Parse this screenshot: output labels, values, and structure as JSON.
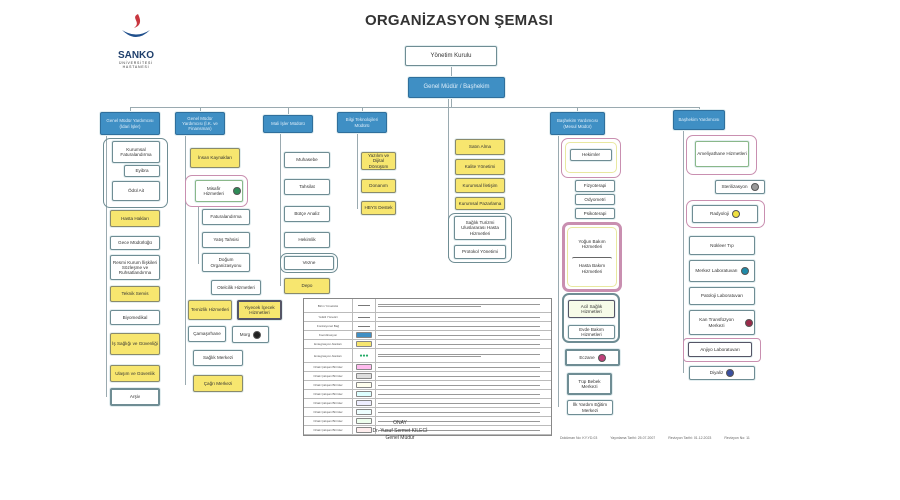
{
  "title": "ORGANİZASYON ŞEMASI",
  "logo": {
    "name": "SANKO",
    "sub1": "ÜNİVERSİTESİ",
    "sub2": "HASTANESİ"
  },
  "top": {
    "board": "Yönetim Kurulu",
    "gm": "Genel Müdür / Başhekim"
  },
  "heads": [
    "Genel Müdür Yardımcısı (İdari İşler)",
    "Genel Müdür Yardımcısı (İ.K. ve Finansman)",
    "Mali İşler Müdürü",
    "Bilgi Teknolojileri Müdürü",
    "Başhekim Yardımcısı (Mesul Müdür)",
    "Başhekim Yardımcısı"
  ],
  "col1": [
    "Kurumsal Faturalandırma",
    "Eyibra",
    "Ödül Ait",
    "Hasta Hakları",
    "Gece Müdürlüğü",
    "Resmi Kurum İlişkileri Sözleşme ve Ruhsatlandırma",
    "Teknik Servis",
    "Biyomedikal",
    "İş Sağlığı ve Güvenliği",
    "Ulaşım ve Güvenlik",
    "Arşiv"
  ],
  "col2": [
    "İnsan Kaynakları",
    "Misafir Hizmetleri",
    "Faturalandırma",
    "Yatış Tahsisi",
    "Doğum Organizasyonu",
    "Otelcilik Hizmetleri",
    "Temizlik Hizmetleri",
    "Yiyecek İçecek Hizmetleri",
    "Çamaşırhane",
    "Morg",
    "Sağlık Merkezi",
    "Çağrı Merkezi"
  ],
  "col3": [
    "Muhasebe",
    "Tahsilat",
    "Bütçe Analiz",
    "Hekimlik",
    "Vezne",
    "Depo"
  ],
  "col4": [
    "Yazılım ve Dijital Dönüşüm",
    "Donanım",
    "HBYS Destek"
  ],
  "col5": [
    "Satın Alma",
    "Kalite Yönetimi",
    "Kurumsal İletişim",
    "Kurumsal Pazarlama",
    "Sağlık Turizmi Uluslararası Hasta Hizmetleri",
    "Protokol Yönetimi"
  ],
  "col6": [
    "Hekimler",
    "Fizyoterapi",
    "Odyometri",
    "Psikoterapi",
    "Yoğun Bakım Hizmetleri",
    "Hasta Bakım Hizmetleri",
    "Acil Sağlık Hizmetleri",
    "Evde Bakım Hizmetleri",
    "Eczane",
    "Tüp Bebek Merkezi",
    "İlk Yardım Eğitim Merkezi"
  ],
  "col7": [
    "Ameliyathane Hizmetleri",
    "Sterilizasyon",
    "Radyoloji",
    "Nükleer Tıp",
    "Merkez Laboratuvarı",
    "Patoloji Laboratuvarı",
    "Kan Transfüzyon Merkezi",
    "Anjiyo Laboratuvarı",
    "Diyaliz"
  ],
  "dot_colors": {
    "misafir": "#2e8b57",
    "morg": "#222222",
    "eczane": "#c0407a",
    "sterilizasyon": "#999999",
    "radyoloji": "#f0e040",
    "merkez_lab": "#1f8aa8",
    "kan": "#9a2a4a",
    "diyaliz": "#3a4fa0"
  },
  "legend": [
    "Birim Yöneticisi",
    "Yetkili Yönetici",
    "Fonksiyonel Bağ",
    "Koordinasyon",
    "Entegrasyon Alanları",
    "Entegrasyon Alanları",
    "Ortak Çalışan Birimler",
    "Ortak Çalışan Birimler",
    "Ortak Çalışan Birimler",
    "Ortak Çalışan Birimler",
    "Ortak Çalışan Birimler",
    "Ortak Çalışan Birimler",
    "Ortak Çalışan Birimler",
    "Ortak Çalışan Birimler"
  ],
  "approval": {
    "label": "ONAY",
    "name": "Dr. Yusuf Sermet KILECİ",
    "role": "Genel Müdür"
  },
  "doc": {
    "no": "Doküman No: KY.YD.03",
    "pub": "Yayınlama Tarihi: 25.07.2007",
    "rev_date": "Revizyon Tarihi: 01.12.2023",
    "rev_no": "Revizyon No: 11"
  },
  "colors": {
    "header": "#3f8fc4",
    "highlight": "#f7e66f"
  }
}
